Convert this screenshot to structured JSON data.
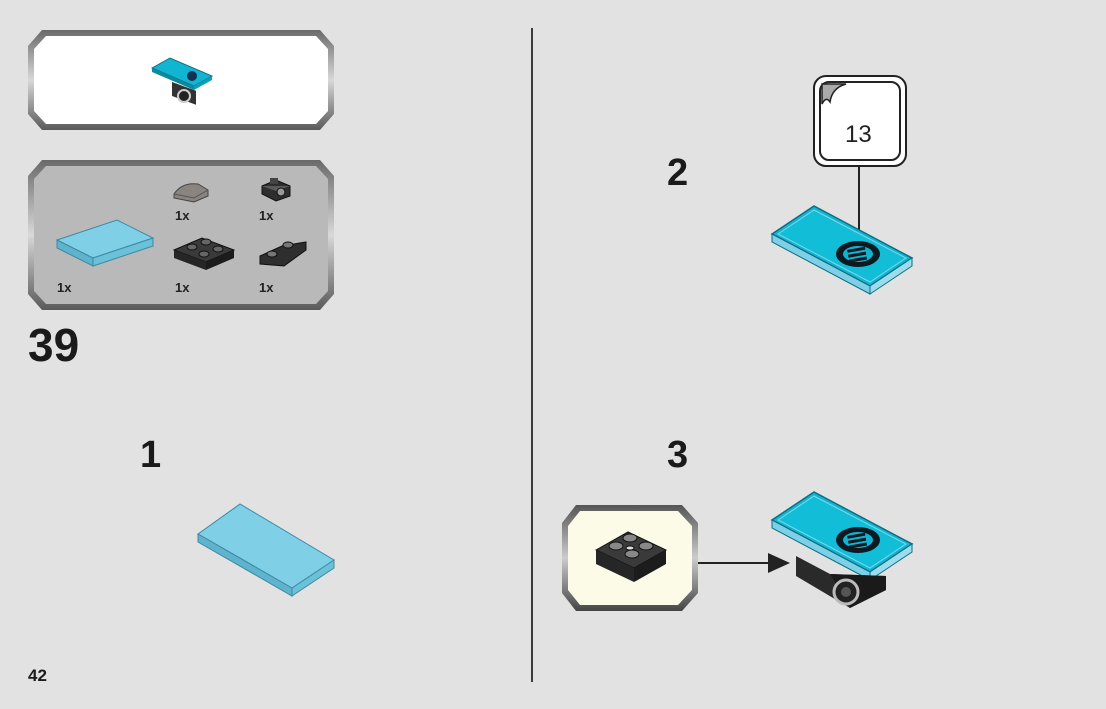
{
  "page_number": "42",
  "main_step": "39",
  "sub_steps": {
    "step1": "1",
    "step2": "2",
    "step3": "3"
  },
  "sticker_number": "13",
  "parts_list": [
    {
      "name": "curved-slope-dark-grey",
      "qty": "1x"
    },
    {
      "name": "bracket-black",
      "qty": "1x"
    },
    {
      "name": "tile-2x4-azure",
      "qty": "1x"
    },
    {
      "name": "plate-2x2-modified-black",
      "qty": "1x"
    },
    {
      "name": "plate-inverted-black",
      "qty": "1x"
    }
  ],
  "colors": {
    "background": "#e2e2e2",
    "azure_tile_light": "#7fcfe6",
    "azure_tile_printed": "#11b5d2",
    "callout_fill": "#fbfbe8",
    "frame_dark": "#4a4a4a"
  }
}
